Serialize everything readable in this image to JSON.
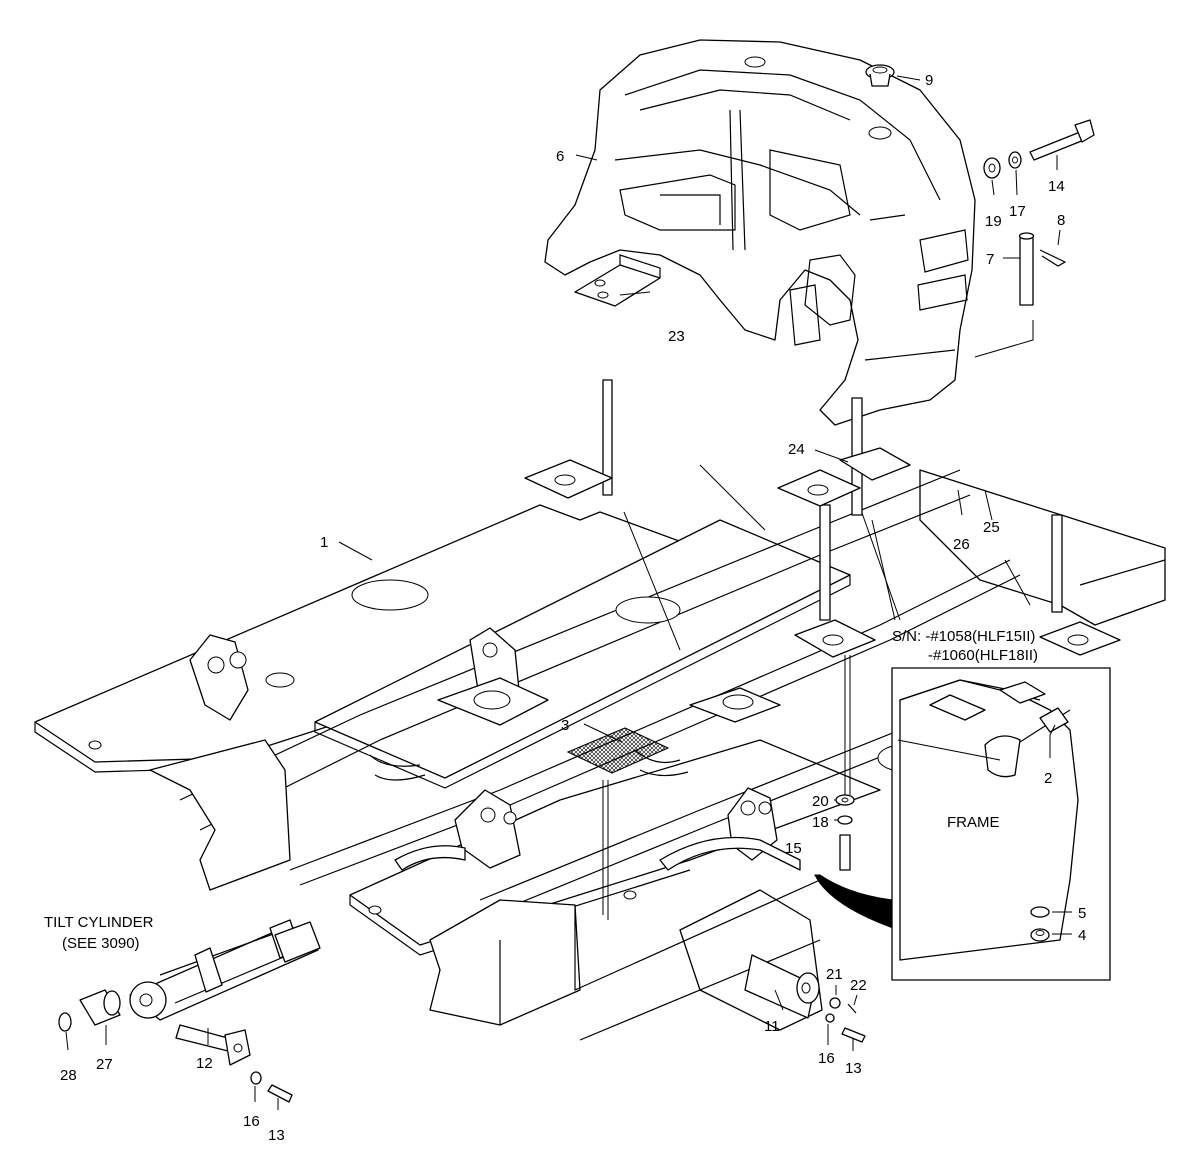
{
  "callouts": {
    "c1": "1",
    "c2": "2",
    "c3": "3",
    "c4": "4",
    "c5": "5",
    "c6": "6",
    "c7": "7",
    "c8": "8",
    "c9": "9",
    "c11": "11",
    "c12": "12",
    "c13a": "13",
    "c13b": "13",
    "c14": "14",
    "c15": "15",
    "c16a": "16",
    "c16b": "16",
    "c17": "17",
    "c18": "18",
    "c19": "19",
    "c20": "20",
    "c21": "21",
    "c22": "22",
    "c23": "23",
    "c24": "24",
    "c25": "25",
    "c26": "26",
    "c27": "27",
    "c28": "28"
  },
  "notes": {
    "serial_line1": "S/N: -#1058(HLF15II)",
    "serial_line2": "-#1060(HLF18II)",
    "frame_label": "FRAME",
    "tilt_line1": "TILT CYLINDER",
    "tilt_line2": "(SEE 3090)"
  }
}
